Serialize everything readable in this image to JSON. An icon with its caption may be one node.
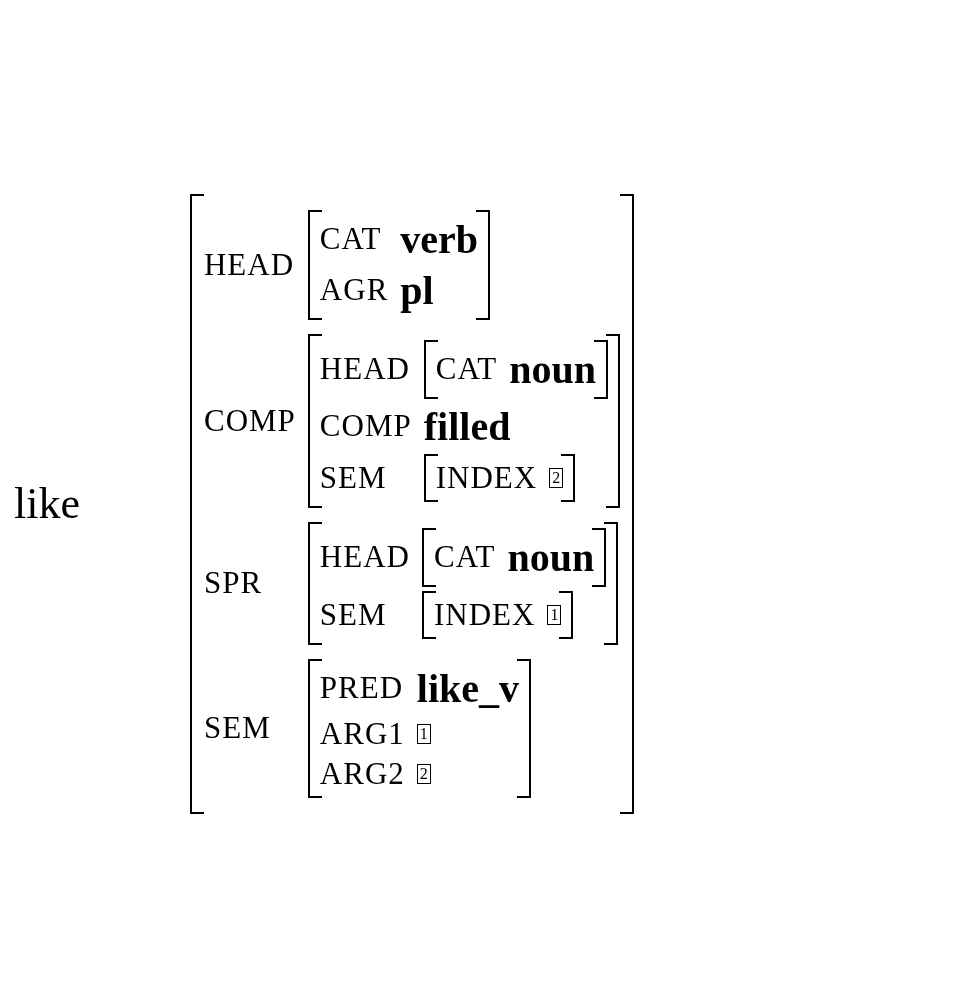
{
  "diagram": {
    "nodes": [
      {
        "text": [
          "HEAD",
          "COMP",
          "SPR",
          "SEM"
        ],
        "beside": [
          "like"
        ]
      },
      {
        "text": [
          "CAT",
          "verb",
          "AGR",
          "pl"
        ],
        "in": 0
      },
      {
        "text": [
          "HEAD",
          "COMP",
          "filled",
          "SEM"
        ],
        "in": 0
      },
      {
        "text": [
          "CAT",
          "noun"
        ],
        "in": 2
      },
      {
        "text": [
          "INDEX",
          "2"
        ],
        "in": 2
      },
      {
        "text": [
          "HEAD",
          "SEM"
        ],
        "in": 0
      },
      {
        "text": [
          "CAT",
          "noun"
        ],
        "in": 5
      },
      {
        "text": [
          "INDEX",
          "1"
        ],
        "in": 5
      },
      {
        "text": [
          "PRED",
          "like_v",
          "ARG1",
          "1",
          "ARG2",
          "2"
        ],
        "in": 0
      }
    ]
  }
}
